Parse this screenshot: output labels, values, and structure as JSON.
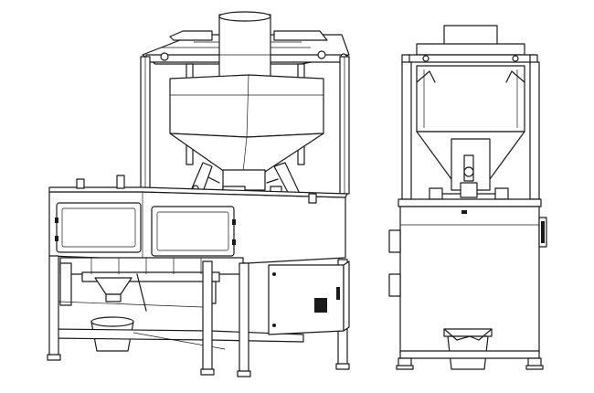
{
  "figure": {
    "views": [
      {
        "id": "isometric",
        "kind": "isometric view"
      },
      {
        "id": "front",
        "kind": "front view"
      }
    ],
    "components": [
      "top-frame",
      "inlet-pipe",
      "feed-hopper",
      "pneumatic-cylinders",
      "gate-valve",
      "cabinet",
      "inspection-window-left",
      "inspection-window-right",
      "control-box",
      "filling-nozzle",
      "collection-bin",
      "base-frame",
      "leveling-feet",
      "side-junction-boxes"
    ],
    "colors": {
      "line": "#1a1a1a",
      "background": "#ffffff",
      "fill": "#ffffff",
      "shade": "#e8e8e8"
    }
  }
}
